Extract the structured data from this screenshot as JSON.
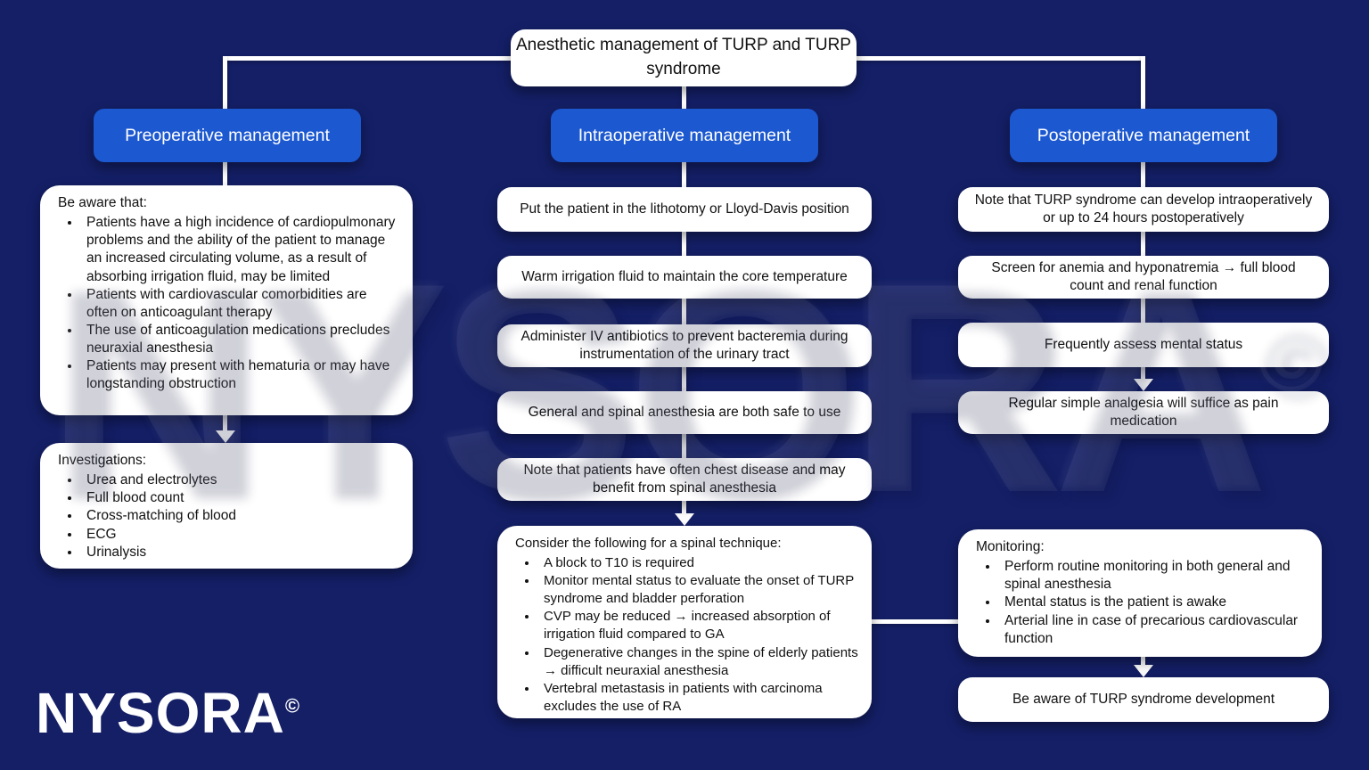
{
  "title": "Anesthetic management of TURP and TURP syndrome",
  "watermark": {
    "text": "NYSORA",
    "copyright": "©"
  },
  "logo": {
    "text": "NYSORA",
    "copyright": "©"
  },
  "colors": {
    "background": "#141f66",
    "header_blue": "#1c58d0",
    "box_white": "#ffffff",
    "connector_white": "#ffffff",
    "text_dark": "#111111"
  },
  "columns": {
    "preoperative": {
      "header": "Preoperative management",
      "awareness": {
        "heading": "Be aware that:",
        "bullets": [
          "Patients have a high incidence of cardiopulmonary problems and the ability of the patient to manage an increased circulating volume, as a result of absorbing irrigation fluid, may be limited",
          "Patients with cardiovascular comorbidities are often on anticoagulant therapy",
          "The use of anticoagulation medications precludes neuraxial anesthesia",
          "Patients may present with hematuria or may have longstanding obstruction"
        ]
      },
      "investigations": {
        "heading": "Investigations:",
        "bullets": [
          "Urea and electrolytes",
          "Full blood count",
          "Cross-matching of blood",
          "ECG",
          "Urinalysis"
        ]
      }
    },
    "intraoperative": {
      "header": "Intraoperative management",
      "steps": [
        "Put the patient in the lithotomy or Lloyd-Davis position",
        "Warm irrigation fluid to maintain the core temperature",
        "Administer IV antibiotics to prevent bacteremia during instrumentation of the urinary tract",
        "General and spinal anesthesia are both safe to use",
        "Note that patients have often chest disease and may benefit from spinal anesthesia"
      ],
      "spinal": {
        "heading": "Consider the following for a spinal technique:",
        "bullets": [
          "A block to T10 is required",
          "Monitor mental status to evaluate the onset of TURP syndrome and  bladder perforation",
          "CVP may be reduced → increased absorption of irrigation fluid compared to GA",
          "Degenerative changes in the spine of elderly patients → difficult neuraxial anesthesia",
          "Vertebral metastasis in patients with carcinoma excludes the use of RA"
        ]
      }
    },
    "postoperative": {
      "header": "Postoperative management",
      "steps": [
        "Note that TURP syndrome can develop intraoperatively or up to 24 hours postoperatively",
        "Screen for anemia and hyponatremia → full blood count and renal function",
        "Frequently assess mental status",
        "Regular simple analgesia will suffice as pain medication"
      ],
      "monitoring": {
        "heading": "Monitoring:",
        "bullets": [
          "Perform routine monitoring in both general and spinal anesthesia",
          "Mental status is the patient is awake",
          "Arterial line in case of precarious cardiovascular function"
        ]
      },
      "final": "Be aware of TURP syndrome development"
    }
  }
}
